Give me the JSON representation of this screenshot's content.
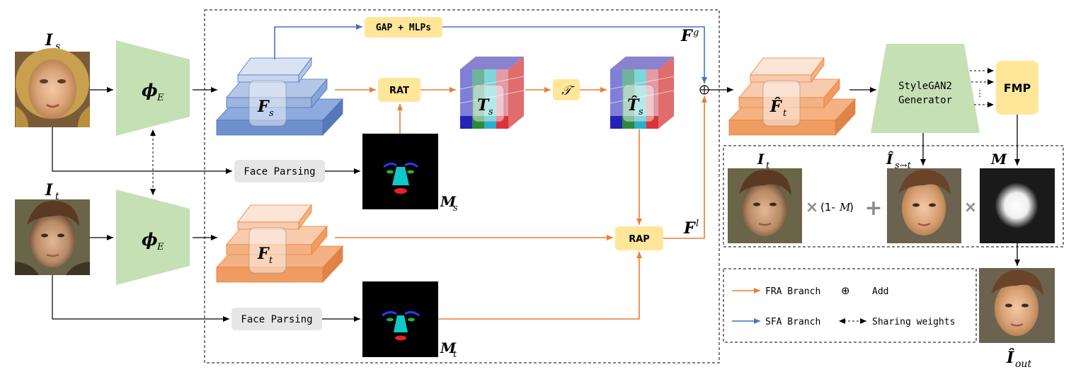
{
  "labels": {
    "source_image": "I",
    "source_image_sub": "s",
    "target_image": "I",
    "target_image_sub": "t",
    "encoder": "ϕ",
    "encoder_sub": "E",
    "gap_mlps": "GAP + MLPs",
    "global_feature": "F",
    "global_feature_sup": "g",
    "local_feature": "F",
    "local_feature_sup": "l",
    "source_feature": "F",
    "source_feature_sub": "s",
    "target_feature": "F",
    "target_feature_sub": "t",
    "rat": "RAT",
    "rap": "RAP",
    "token": "T",
    "token_sub": "s",
    "transformer": "𝒯",
    "token_hat": "T̂",
    "token_hat_sub": "s",
    "face_parsing": "Face Parsing",
    "mask_source": "M",
    "mask_source_sub": "s",
    "mask_target": "M",
    "mask_target_sub": "t",
    "add_symbol": "⊕",
    "fused_feature": "F̂",
    "fused_feature_sub": "t",
    "generator_line1": "StyleGAN2",
    "generator_line2": "Generator",
    "fmp": "FMP",
    "dots": "⋮",
    "blend_target": "I",
    "blend_target_sub": "t",
    "times": "×",
    "one_minus_m": "(1-",
    "one_minus_m_var": "M",
    "one_minus_m_close": ")",
    "plus": "+",
    "swapped": "Î",
    "swapped_sub": "s→t",
    "mask": "M",
    "output": "Î",
    "output_sub": "out"
  },
  "legend": {
    "fra": "FRA Branch",
    "add": "Add",
    "add_symbol": "⊕",
    "sfa": "SFA Branch",
    "sharing": "Sharing weights"
  },
  "colors": {
    "orange_arrow": "#ED7D31",
    "blue_arrow": "#4472C4",
    "encoder_green": "#C5E0B4",
    "yellow_box": "#FFE699",
    "gray_box": "#E7E6E6",
    "blue_layer": "#B4C7E7",
    "orange_layer": "#F8CBAD"
  }
}
